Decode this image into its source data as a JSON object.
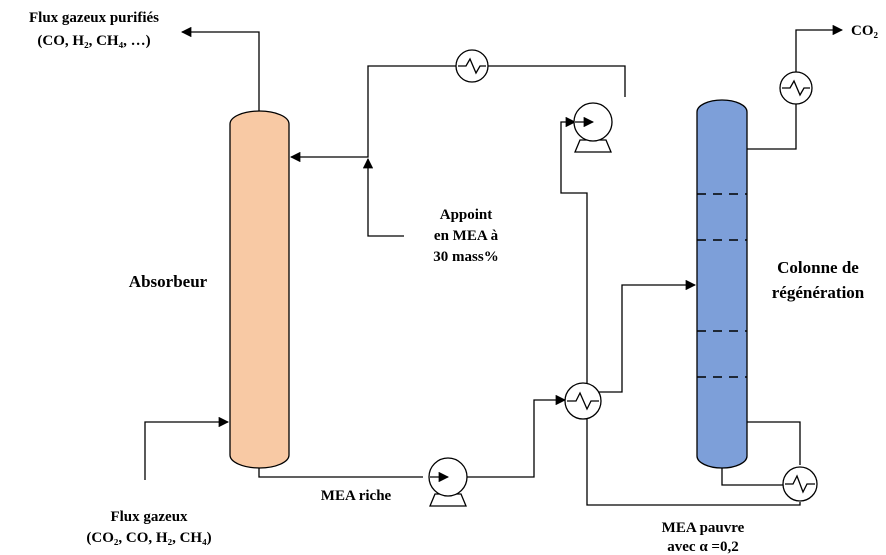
{
  "labels": {
    "outlet_gas_line1": "Flux gazeux purifiés",
    "outlet_gas_line2": "(CO, H₂, CH₄, …)",
    "co2_outlet": "CO₂",
    "makeup_line1": "Appoint",
    "makeup_line2": "en MEA à",
    "makeup_line3": "30 mass%",
    "absorber": "Absorbeur",
    "regenerator_line1": "Colonne de",
    "regenerator_line2": "régénération",
    "inlet_gas_line1": "Flux gazeux",
    "inlet_gas_line2": "(CO₂, CO, H₂, CH₄)",
    "rich_mea": "MEA riche",
    "lean_mea_line1": "MEA pauvre",
    "lean_mea_line2": "avec α =0,2"
  },
  "colors": {
    "absorber_fill": "#f8c9a4",
    "regenerator_fill": "#7d9fd9",
    "outline": "#000000",
    "background": "#ffffff"
  },
  "icons": {
    "heat_exchanger": "heat-exchanger-icon",
    "pump": "pump-icon"
  }
}
